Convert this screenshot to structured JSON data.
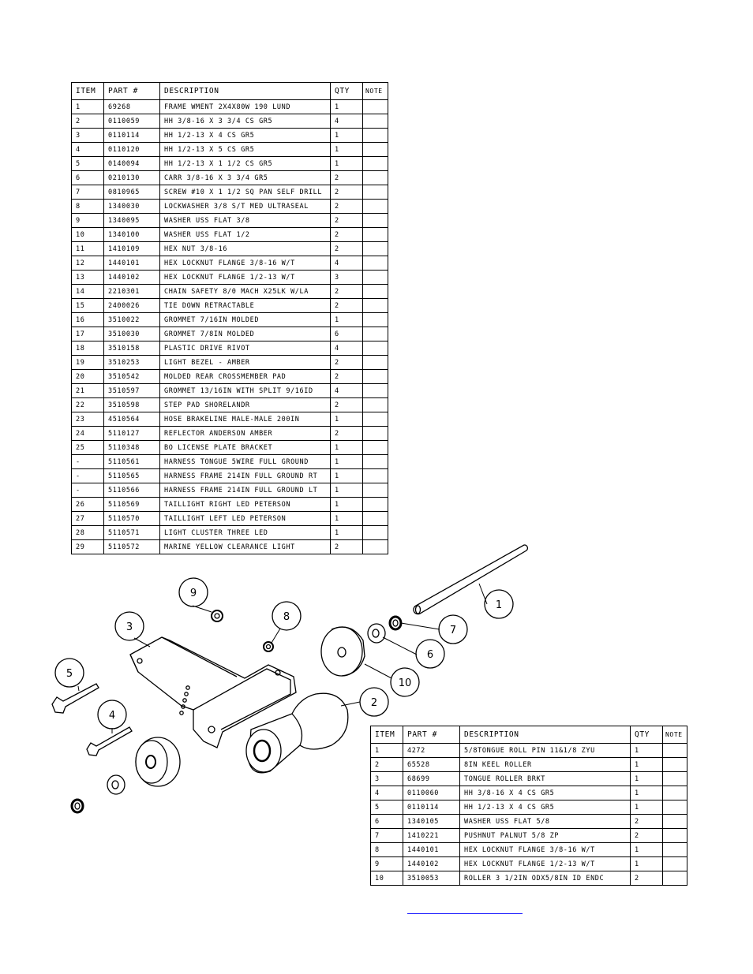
{
  "table1": {
    "headers": [
      "ITEM",
      "PART #",
      "DESCRIPTION",
      "QTY",
      "NOTE"
    ],
    "rows": [
      [
        "1",
        "69268",
        "FRAME WMENT 2X4X80W 190 LUND",
        "1",
        ""
      ],
      [
        "2",
        "0110059",
        "HH 3/8-16 X 3 3/4 CS GR5",
        "4",
        ""
      ],
      [
        "3",
        "0110114",
        "HH 1/2-13 X 4 CS GR5",
        "1",
        ""
      ],
      [
        "4",
        "0110120",
        "HH 1/2-13 X 5 CS GR5",
        "1",
        ""
      ],
      [
        "5",
        "0140094",
        "HH 1/2-13 X 1 1/2 CS GR5",
        "1",
        ""
      ],
      [
        "6",
        "0210130",
        "CARR 3/8-16 X 3 3/4 GR5",
        "2",
        ""
      ],
      [
        "7",
        "0810965",
        "SCREW #10 X 1 1/2 SQ PAN SELF DRILL",
        "2",
        ""
      ],
      [
        "8",
        "1340030",
        "LOCKWASHER 3/8 S/T MED ULTRASEAL",
        "2",
        ""
      ],
      [
        "9",
        "1340095",
        "WASHER USS FLAT 3/8",
        "2",
        ""
      ],
      [
        "10",
        "1340100",
        "WASHER USS FLAT 1/2",
        "2",
        ""
      ],
      [
        "11",
        "1410109",
        "HEX NUT 3/8-16",
        "2",
        ""
      ],
      [
        "12",
        "1440101",
        "HEX LOCKNUT FLANGE 3/8-16 W/T",
        "4",
        ""
      ],
      [
        "13",
        "1440102",
        "HEX LOCKNUT FLANGE 1/2-13 W/T",
        "3",
        ""
      ],
      [
        "14",
        "2210301",
        "CHAIN SAFETY 8/0 MACH X25LK W/LA",
        "2",
        ""
      ],
      [
        "15",
        "2400026",
        "TIE DOWN RETRACTABLE",
        "2",
        ""
      ],
      [
        "16",
        "3510022",
        "GROMMET  7/16IN MOLDED",
        "1",
        ""
      ],
      [
        "17",
        "3510030",
        "GROMMET  7/8IN MOLDED",
        "6",
        ""
      ],
      [
        "18",
        "3510158",
        "PLASTIC DRIVE RIVOT",
        "4",
        ""
      ],
      [
        "19",
        "3510253",
        "LIGHT BEZEL - AMBER",
        "2",
        ""
      ],
      [
        "20",
        "3510542",
        "MOLDED REAR CROSSMEMBER PAD",
        "2",
        ""
      ],
      [
        "21",
        "3510597",
        "GROMMET 13/16IN  WITH SPLIT 9/16ID",
        "4",
        ""
      ],
      [
        "22",
        "3510598",
        "STEP PAD SHORELANDR",
        "2",
        ""
      ],
      [
        "23",
        "4510564",
        "HOSE BRAKELINE MALE-MALE 200IN",
        "1",
        ""
      ],
      [
        "24",
        "5110127",
        "REFLECTOR ANDERSON AMBER",
        "2",
        ""
      ],
      [
        "25",
        "5110348",
        "BO LICENSE PLATE BRACKET",
        "1",
        ""
      ],
      [
        "-",
        "5110561",
        "HARNESS TONGUE 5WIRE FULL GROUND",
        "1",
        ""
      ],
      [
        "-",
        "5110565",
        "HARNESS FRAME 214IN FULL GROUND RT",
        "1",
        ""
      ],
      [
        "-",
        "5110566",
        "HARNESS FRAME 214IN FULL GROUND LT",
        "1",
        ""
      ],
      [
        "26",
        "5110569",
        "TAILLIGHT RIGHT LED PETERSON",
        "1",
        ""
      ],
      [
        "27",
        "5110570",
        "TAILLIGHT LEFT LED PETERSON",
        "1",
        ""
      ],
      [
        "28",
        "5110571",
        "LIGHT CLUSTER THREE LED",
        "1",
        ""
      ],
      [
        "29",
        "5110572",
        "MARINE YELLOW CLEARANCE LIGHT",
        "2",
        ""
      ]
    ]
  },
  "table2": {
    "headers": [
      "ITEM",
      "PART #",
      "DESCRIPTION",
      "QTY",
      "NOTE"
    ],
    "rows": [
      [
        "1",
        "4272",
        "5/8TONGUE ROLL PIN 11&1/8 ZYU",
        "1",
        ""
      ],
      [
        "2",
        "65528",
        "8IN KEEL ROLLER",
        "1",
        ""
      ],
      [
        "3",
        "68699",
        "TONGUE ROLLER BRKT",
        "1",
        ""
      ],
      [
        "4",
        "0110060",
        "HH 3/8-16 X 4 CS GR5",
        "1",
        ""
      ],
      [
        "5",
        "0110114",
        "HH 1/2-13 X 4 CS GR5",
        "1",
        ""
      ],
      [
        "6",
        "1340105",
        "WASHER USS FLAT 5/8",
        "2",
        ""
      ],
      [
        "7",
        "1410221",
        "PUSHNUT PALNUT 5/8 ZP",
        "2",
        ""
      ],
      [
        "8",
        "1440101",
        "HEX LOCKNUT FLANGE 3/8-16 W/T",
        "1",
        ""
      ],
      [
        "9",
        "1440102",
        "HEX LOCKNUT FLANGE 1/2-13 W/T",
        "1",
        ""
      ],
      [
        "10",
        "3510053",
        "ROLLER  3 1/2IN ODX5/8IN ID ENDC",
        "2",
        ""
      ]
    ]
  },
  "callouts": [
    "1",
    "2",
    "3",
    "4",
    "5",
    "6",
    "7",
    "8",
    "9",
    "10"
  ],
  "colors": {
    "ink": "#000000",
    "link": "#1a1aff"
  }
}
